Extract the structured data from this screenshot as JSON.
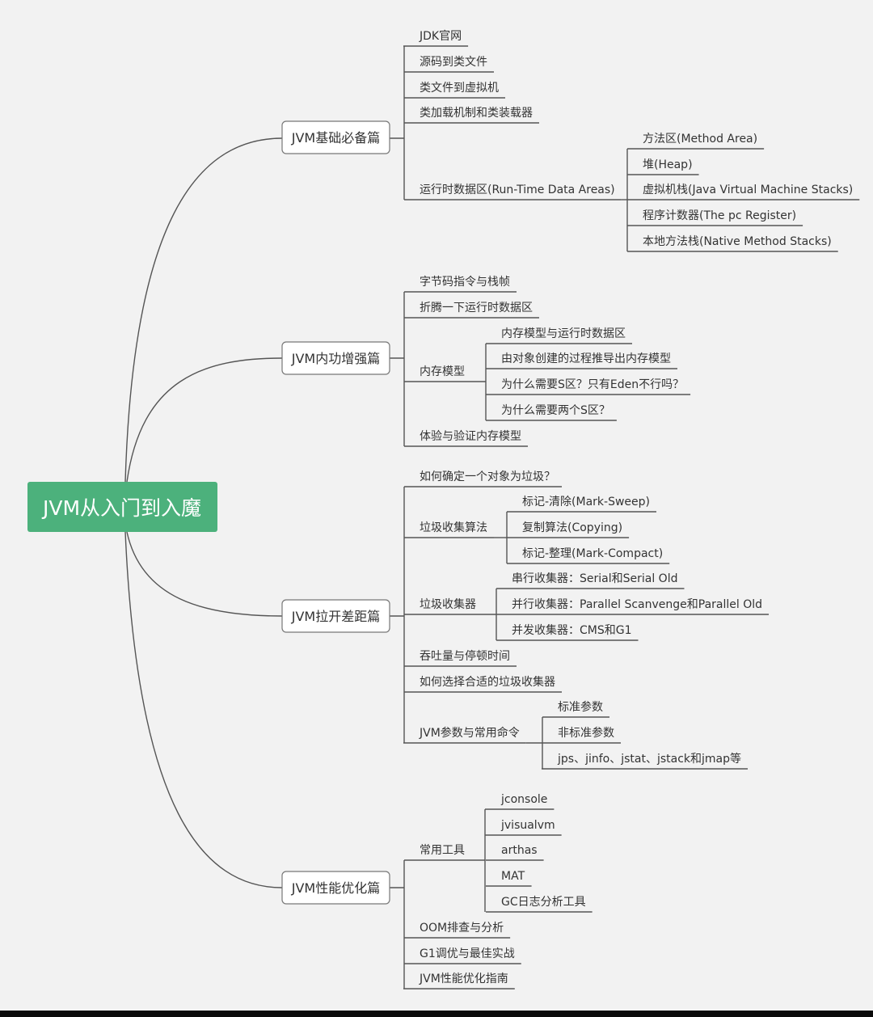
{
  "root": {
    "label": "JVM从入门到入魔"
  },
  "colors": {
    "background": "#f2f2f2",
    "root_fill": "#4cb17c",
    "line": "#555555",
    "text": "#333333"
  },
  "branches": [
    {
      "id": "b1",
      "label": "JVM基础必备篇",
      "children": [
        {
          "id": "b1-0",
          "label": "JDK官网"
        },
        {
          "id": "b1-1",
          "label": "源码到类文件"
        },
        {
          "id": "b1-2",
          "label": "类文件到虚拟机"
        },
        {
          "id": "b1-3",
          "label": "类加载机制和类装载器"
        },
        {
          "id": "b1-4",
          "label": "运行时数据区(Run-Time Data Areas)",
          "children": [
            {
              "id": "b1-4-0",
              "label": "方法区(Method Area)"
            },
            {
              "id": "b1-4-1",
              "label": "堆(Heap)"
            },
            {
              "id": "b1-4-2",
              "label": "虚拟机栈(Java Virtual Machine Stacks)"
            },
            {
              "id": "b1-4-3",
              "label": "程序计数器(The pc Register)"
            },
            {
              "id": "b1-4-4",
              "label": "本地方法栈(Native Method Stacks)"
            }
          ]
        }
      ]
    },
    {
      "id": "b2",
      "label": "JVM内功增强篇",
      "children": [
        {
          "id": "b2-0",
          "label": "字节码指令与栈帧"
        },
        {
          "id": "b2-1",
          "label": "折腾一下运行时数据区"
        },
        {
          "id": "b2-2",
          "label": "内存模型",
          "children": [
            {
              "id": "b2-2-0",
              "label": "内存模型与运行时数据区"
            },
            {
              "id": "b2-2-1",
              "label": "由对象创建的过程推导出内存模型"
            },
            {
              "id": "b2-2-2",
              "label": "为什么需要S区？只有Eden不行吗？"
            },
            {
              "id": "b2-2-3",
              "label": "为什么需要两个S区？"
            }
          ]
        },
        {
          "id": "b2-3",
          "label": "体验与验证内存模型"
        }
      ]
    },
    {
      "id": "b3",
      "label": "JVM拉开差距篇",
      "children": [
        {
          "id": "b3-0",
          "label": "如何确定一个对象为垃圾？"
        },
        {
          "id": "b3-1",
          "label": "垃圾收集算法",
          "children": [
            {
              "id": "b3-1-0",
              "label": "标记-清除(Mark-Sweep)"
            },
            {
              "id": "b3-1-1",
              "label": "复制算法(Copying)"
            },
            {
              "id": "b3-1-2",
              "label": "标记-整理(Mark-Compact)"
            }
          ]
        },
        {
          "id": "b3-2",
          "label": "垃圾收集器",
          "children": [
            {
              "id": "b3-2-0",
              "label": "串行收集器：Serial和Serial Old"
            },
            {
              "id": "b3-2-1",
              "label": "并行收集器：Parallel Scanvenge和Parallel Old"
            },
            {
              "id": "b3-2-2",
              "label": "并发收集器：CMS和G1"
            }
          ]
        },
        {
          "id": "b3-3",
          "label": "吞吐量与停顿时间"
        },
        {
          "id": "b3-4",
          "label": "如何选择合适的垃圾收集器"
        },
        {
          "id": "b3-5",
          "label": "JVM参数与常用命令",
          "children": [
            {
              "id": "b3-5-0",
              "label": "标准参数"
            },
            {
              "id": "b3-5-1",
              "label": "非标准参数"
            },
            {
              "id": "b3-5-2",
              "label": "jps、jinfo、jstat、jstack和jmap等"
            }
          ]
        }
      ]
    },
    {
      "id": "b4",
      "label": "JVM性能优化篇",
      "children": [
        {
          "id": "b4-0",
          "label": "常用工具",
          "children": [
            {
              "id": "b4-0-0",
              "label": "jconsole"
            },
            {
              "id": "b4-0-1",
              "label": "jvisualvm"
            },
            {
              "id": "b4-0-2",
              "label": "arthas"
            },
            {
              "id": "b4-0-3",
              "label": "MAT"
            },
            {
              "id": "b4-0-4",
              "label": "GC日志分析工具"
            }
          ]
        },
        {
          "id": "b4-1",
          "label": "OOM排查与分析"
        },
        {
          "id": "b4-2",
          "label": "G1调优与最佳实战"
        },
        {
          "id": "b4-3",
          "label": "JVM性能优化指南"
        }
      ]
    }
  ]
}
